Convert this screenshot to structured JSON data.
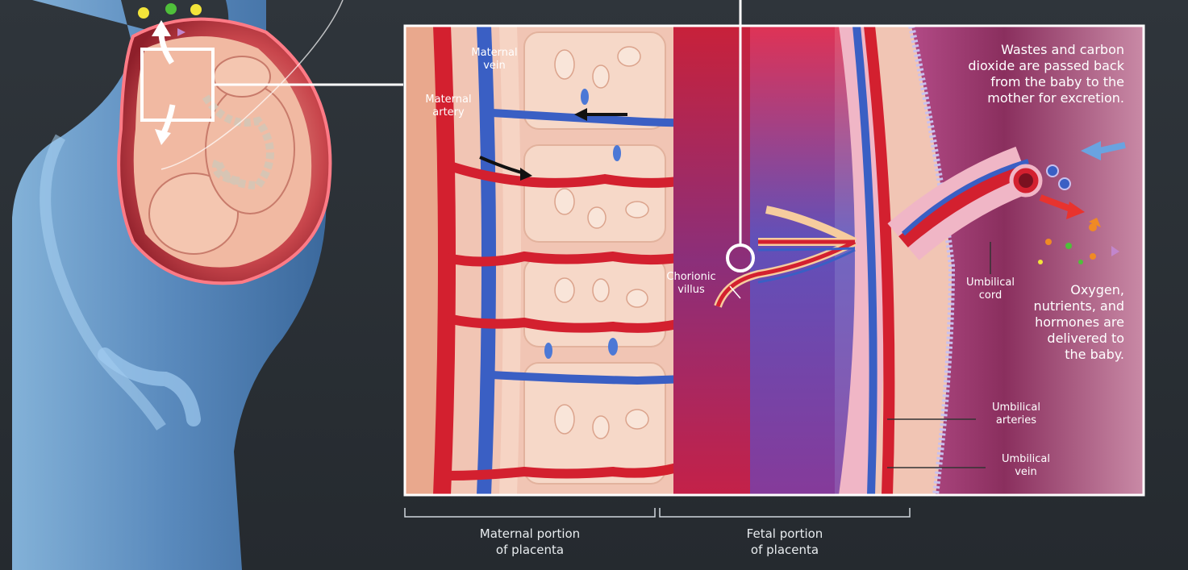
{
  "labels": {
    "maternal_vein": "Maternal\nvein",
    "maternal_artery": "Maternal\nartery",
    "chorionic_villus": "Chorionic\nvillus",
    "umbilical_cord": "Umbilical\ncord",
    "umbilical_arteries": "Umbilical\narteries",
    "umbilical_vein": "Umbilical\nvein",
    "wastes_note": "Wastes and carbon\ndioxide are passed back\nfrom the baby to the\nmother for excretion.",
    "oxygen_note": "Oxygen,\nnutrients, and\nhormones are\ndelivered to\nthe baby.",
    "maternal_portion": "Maternal portion\nof placenta",
    "fetal_portion": "Fetal portion\nof placenta"
  },
  "colors": {
    "background": "#2a3036",
    "body_blue": "#6fa3d6",
    "artery_red": "#d3202f",
    "vein_blue": "#3a5fc4",
    "tissue_pink": "#f1c5b4",
    "fetal_magenta": "#9e3a76",
    "nutrient_yellow": "#f2e43a",
    "nutrient_green": "#4fbf3a",
    "nutrient_orange": "#f08a24",
    "nutrient_purple": "#c286cc"
  },
  "icons": [
    "maternal-figure",
    "fetus",
    "uterus",
    "zoom-box",
    "magnifier-circle",
    "arrow-out",
    "arrow-in"
  ]
}
